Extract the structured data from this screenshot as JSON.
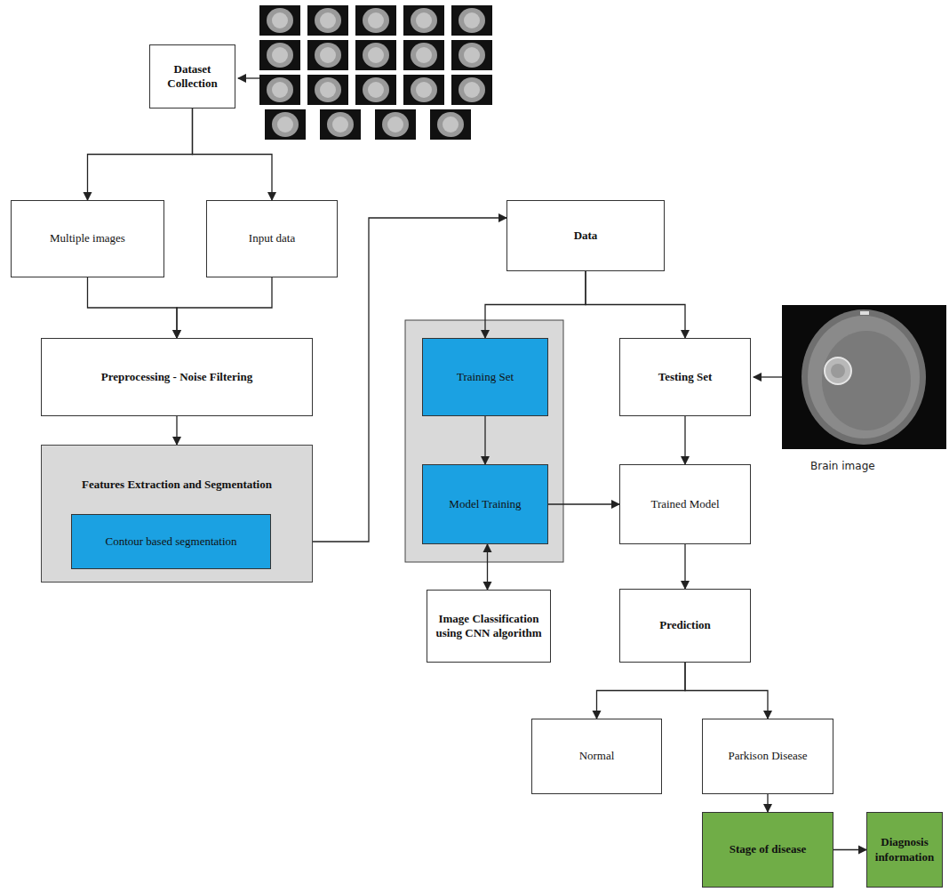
{
  "diagram": {
    "nodes": [
      {
        "text": [
          "Dataset Collection"
        ]
      },
      {
        "text": [
          "Multiple images"
        ]
      },
      {
        "text": [
          "Input data"
        ]
      },
      {
        "text": [
          "Preprocessing - Noise Filtering"
        ]
      },
      {
        "text": [
          "Features Extraction and Segmentation"
        ]
      },
      {
        "text": [
          "Contour based segmentation"
        ],
        "in": 4
      },
      {
        "text": [
          "Data"
        ]
      },
      {
        "text": [
          "Training Set"
        ]
      },
      {
        "text": [
          "Model Training"
        ]
      },
      {
        "text": [
          "Image Classification using CNN algorithm"
        ]
      },
      {
        "text": [
          "Testing Set"
        ]
      },
      {
        "text": [
          "Trained Model"
        ]
      },
      {
        "text": [
          "Prediction"
        ]
      },
      {
        "text": [
          "Normal"
        ]
      },
      {
        "text": [
          "Parkison Disease"
        ]
      },
      {
        "text": [
          "Stage of disease"
        ]
      },
      {
        "text": [
          "Diagnosis information"
        ]
      }
    ],
    "edges": [
      {
        "from": 0,
        "to": 1,
        "arrow": "to"
      },
      {
        "from": 0,
        "to": 2,
        "arrow": "to"
      },
      {
        "from": 1,
        "to": 3,
        "arrow": "to"
      },
      {
        "from": 2,
        "to": 3,
        "arrow": "to"
      },
      {
        "from": 3,
        "to": 4,
        "arrow": "to"
      },
      {
        "from": 5,
        "to": 6,
        "arrow": "to"
      },
      {
        "from": 6,
        "to": 7,
        "arrow": "to"
      },
      {
        "from": 6,
        "to": 10,
        "arrow": "to"
      },
      {
        "from": 7,
        "to": 8,
        "arrow": "to"
      },
      {
        "from": 9,
        "to": 8,
        "arrow": "both"
      },
      {
        "from": 8,
        "to": 11,
        "arrow": "to"
      },
      {
        "from": 10,
        "to": 11,
        "arrow": "to"
      },
      {
        "from": 11,
        "to": 12,
        "arrow": "to"
      },
      {
        "from": 12,
        "to": 13,
        "arrow": "to"
      },
      {
        "from": 12,
        "to": 14,
        "arrow": "to"
      },
      {
        "from": 14,
        "to": 15,
        "arrow": "to"
      },
      {
        "from": 15,
        "to": 16,
        "arrow": "to"
      }
    ],
    "labels": [
      "Brain image"
    ]
  }
}
